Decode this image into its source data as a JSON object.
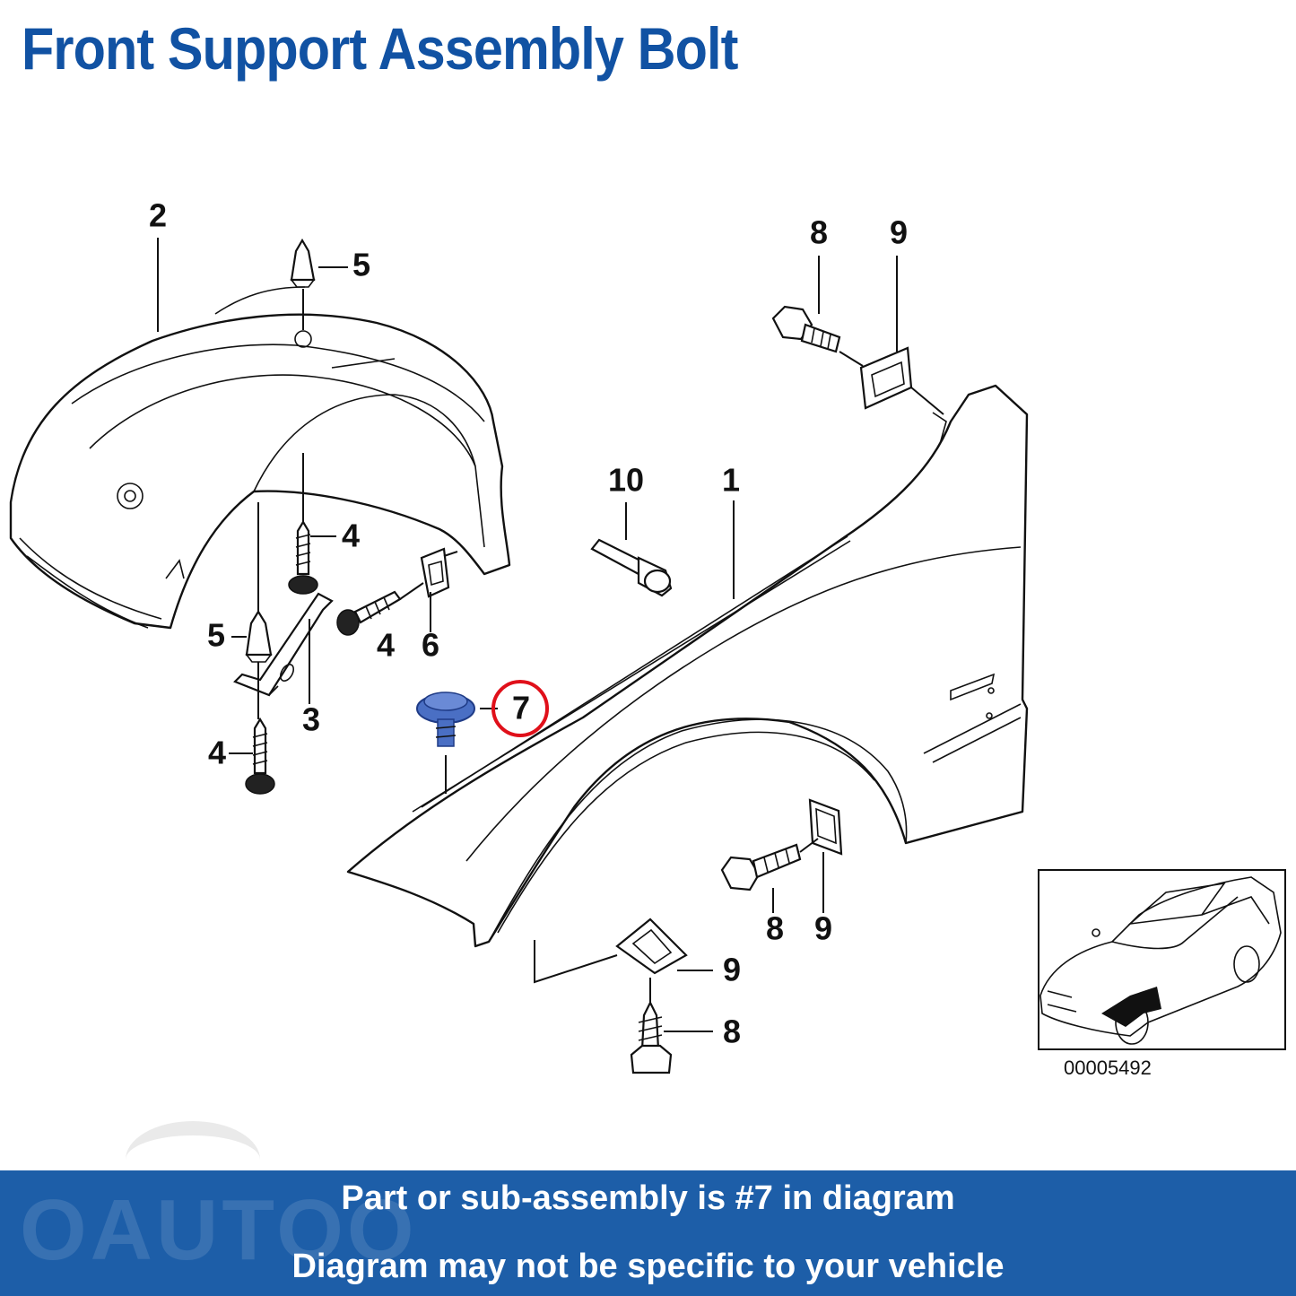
{
  "title": "Front Support Assembly Bolt",
  "colors": {
    "title": "#1152a3",
    "banner": "#1d5ea8",
    "highlight_part": "#4a6fc4",
    "highlight_circle": "#e0101a"
  },
  "callouts": {
    "c1": "1",
    "c2": "2",
    "c3": "3",
    "c4a": "4",
    "c4b": "4",
    "c4c": "4",
    "c5a": "5",
    "c5b": "5",
    "c6": "6",
    "c7": "7",
    "c8a": "8",
    "c8b": "8",
    "c8c": "8",
    "c9a": "9",
    "c9b": "9",
    "c9c": "9",
    "c10": "10"
  },
  "highlighted_part": "7",
  "reference_number": "00005492",
  "footer": {
    "watermark": "OAUTOO",
    "line1": "Part or sub-assembly is #7 in diagram",
    "line2": "Diagram may not be specific to your vehicle"
  }
}
